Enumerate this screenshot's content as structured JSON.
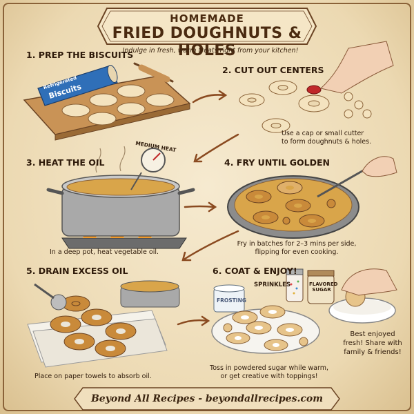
{
  "title": {
    "line1": "HOMEMADE",
    "line2": "FRIED DOUGHNUTS & HOLES"
  },
  "subtitle": "Indulge in fresh, warm treats right from your kitchen!",
  "steps": [
    {
      "heading": "1. PREP THE BISCUITS",
      "caption": ""
    },
    {
      "heading": "2. CUT OUT CENTERS",
      "caption": [
        "Use a cap or small cutter",
        "to form doughnuts & holes."
      ]
    },
    {
      "heading": "3. HEAT THE OIL",
      "caption": [
        "In a deep pot, heat vegetable oil."
      ]
    },
    {
      "heading": "4. FRY UNTIL GOLDEN",
      "caption": [
        "Fry in batches for 2–3 mins per side,",
        "flipping for even cooking."
      ]
    },
    {
      "heading": "5. DRAIN EXCESS OIL",
      "caption": [
        "Place on paper towels to absorb oil."
      ]
    },
    {
      "heading": "6. COAT & ENJOY!",
      "caption": [
        "Toss in powdered sugar while warm,",
        "or get creative with toppings!"
      ]
    }
  ],
  "labels": {
    "can_line1": "Refrigerated",
    "can_line2": "Biscuits",
    "thermometer": "MEDIUM HEAT",
    "sprinkles": "SPRINKLES",
    "frosting": "FROSTING",
    "flavored_line1": "FLAVORED",
    "flavored_line2": "SUGAR"
  },
  "tip": [
    "Best enjoyed",
    "fresh! Share with",
    "family & friends!"
  ],
  "footer": "Beyond All Recipes - beyondallrecipes.com",
  "colors": {
    "ink": "#2e1a0a",
    "dough": "#f4e3bf",
    "fried": "#c98a3a",
    "oil": "#d9a54a",
    "parchment": "#ecd9b2"
  }
}
